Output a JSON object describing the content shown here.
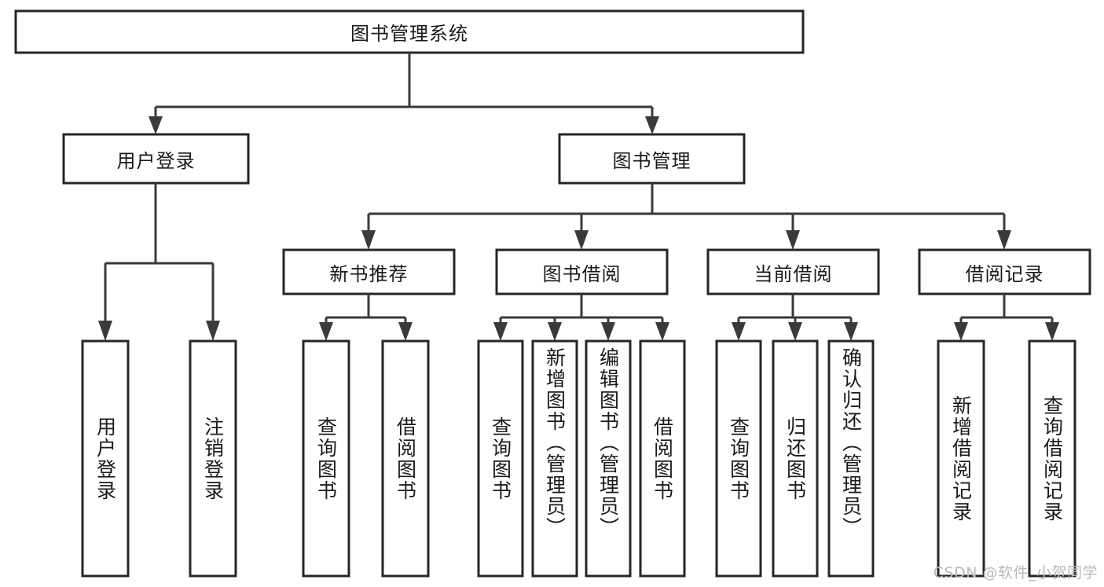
{
  "diagram": {
    "title": "图书管理系统",
    "type": "tree-hierarchy-diagram",
    "root": {
      "id": "root",
      "label": "图书管理系统",
      "orientation": "horizontal"
    },
    "level1": [
      {
        "id": "user-login",
        "label": "用户登录",
        "orientation": "horizontal"
      },
      {
        "id": "book-management",
        "label": "图书管理",
        "orientation": "horizontal"
      }
    ],
    "level2": [
      {
        "id": "new-book-recommend",
        "label": "新书推荐",
        "parent": "book-management",
        "orientation": "horizontal"
      },
      {
        "id": "book-borrow",
        "label": "图书借阅",
        "parent": "book-management",
        "orientation": "horizontal"
      },
      {
        "id": "current-borrow",
        "label": "当前借阅",
        "parent": "book-management",
        "orientation": "horizontal"
      },
      {
        "id": "borrow-record",
        "label": "借阅记录",
        "parent": "book-management",
        "orientation": "horizontal"
      }
    ],
    "leaves": [
      {
        "id": "leaf-user-login",
        "label": "用户登录",
        "parent": "user-login",
        "orientation": "vertical"
      },
      {
        "id": "leaf-user-logout",
        "label": "注销登录",
        "parent": "user-login",
        "orientation": "vertical"
      },
      {
        "id": "leaf-query-book-1",
        "label": "查询图书",
        "parent": "new-book-recommend",
        "orientation": "vertical"
      },
      {
        "id": "leaf-borrow-book-1",
        "label": "借阅图书",
        "parent": "new-book-recommend",
        "orientation": "vertical"
      },
      {
        "id": "leaf-query-book-2",
        "label": "查询图书",
        "parent": "book-borrow",
        "orientation": "vertical"
      },
      {
        "id": "leaf-add-book",
        "label": "新增图书（管理员）",
        "parent": "book-borrow",
        "orientation": "vertical"
      },
      {
        "id": "leaf-edit-book",
        "label": "编辑图书（管理员）",
        "parent": "book-borrow",
        "orientation": "vertical"
      },
      {
        "id": "leaf-borrow-book-2",
        "label": "借阅图书",
        "parent": "book-borrow",
        "orientation": "vertical"
      },
      {
        "id": "leaf-query-book-3",
        "label": "查询图书",
        "parent": "current-borrow",
        "orientation": "vertical"
      },
      {
        "id": "leaf-return-book",
        "label": "归还图书",
        "parent": "current-borrow",
        "orientation": "vertical"
      },
      {
        "id": "leaf-confirm-return",
        "label": "确认归还（管理员）",
        "parent": "current-borrow",
        "orientation": "vertical"
      },
      {
        "id": "leaf-add-record",
        "label": "新增借阅记录",
        "parent": "borrow-record",
        "orientation": "vertical"
      },
      {
        "id": "leaf-query-record",
        "label": "查询借阅记录",
        "parent": "borrow-record",
        "orientation": "vertical"
      }
    ]
  },
  "watermark": {
    "text": "CSDN @软件_小贺同学"
  },
  "colors": {
    "box_stroke": "#262626",
    "connector": "#3a3a3a",
    "text": "#1a1a1a",
    "background": "#ffffff",
    "watermark": "#b9b9b9"
  }
}
